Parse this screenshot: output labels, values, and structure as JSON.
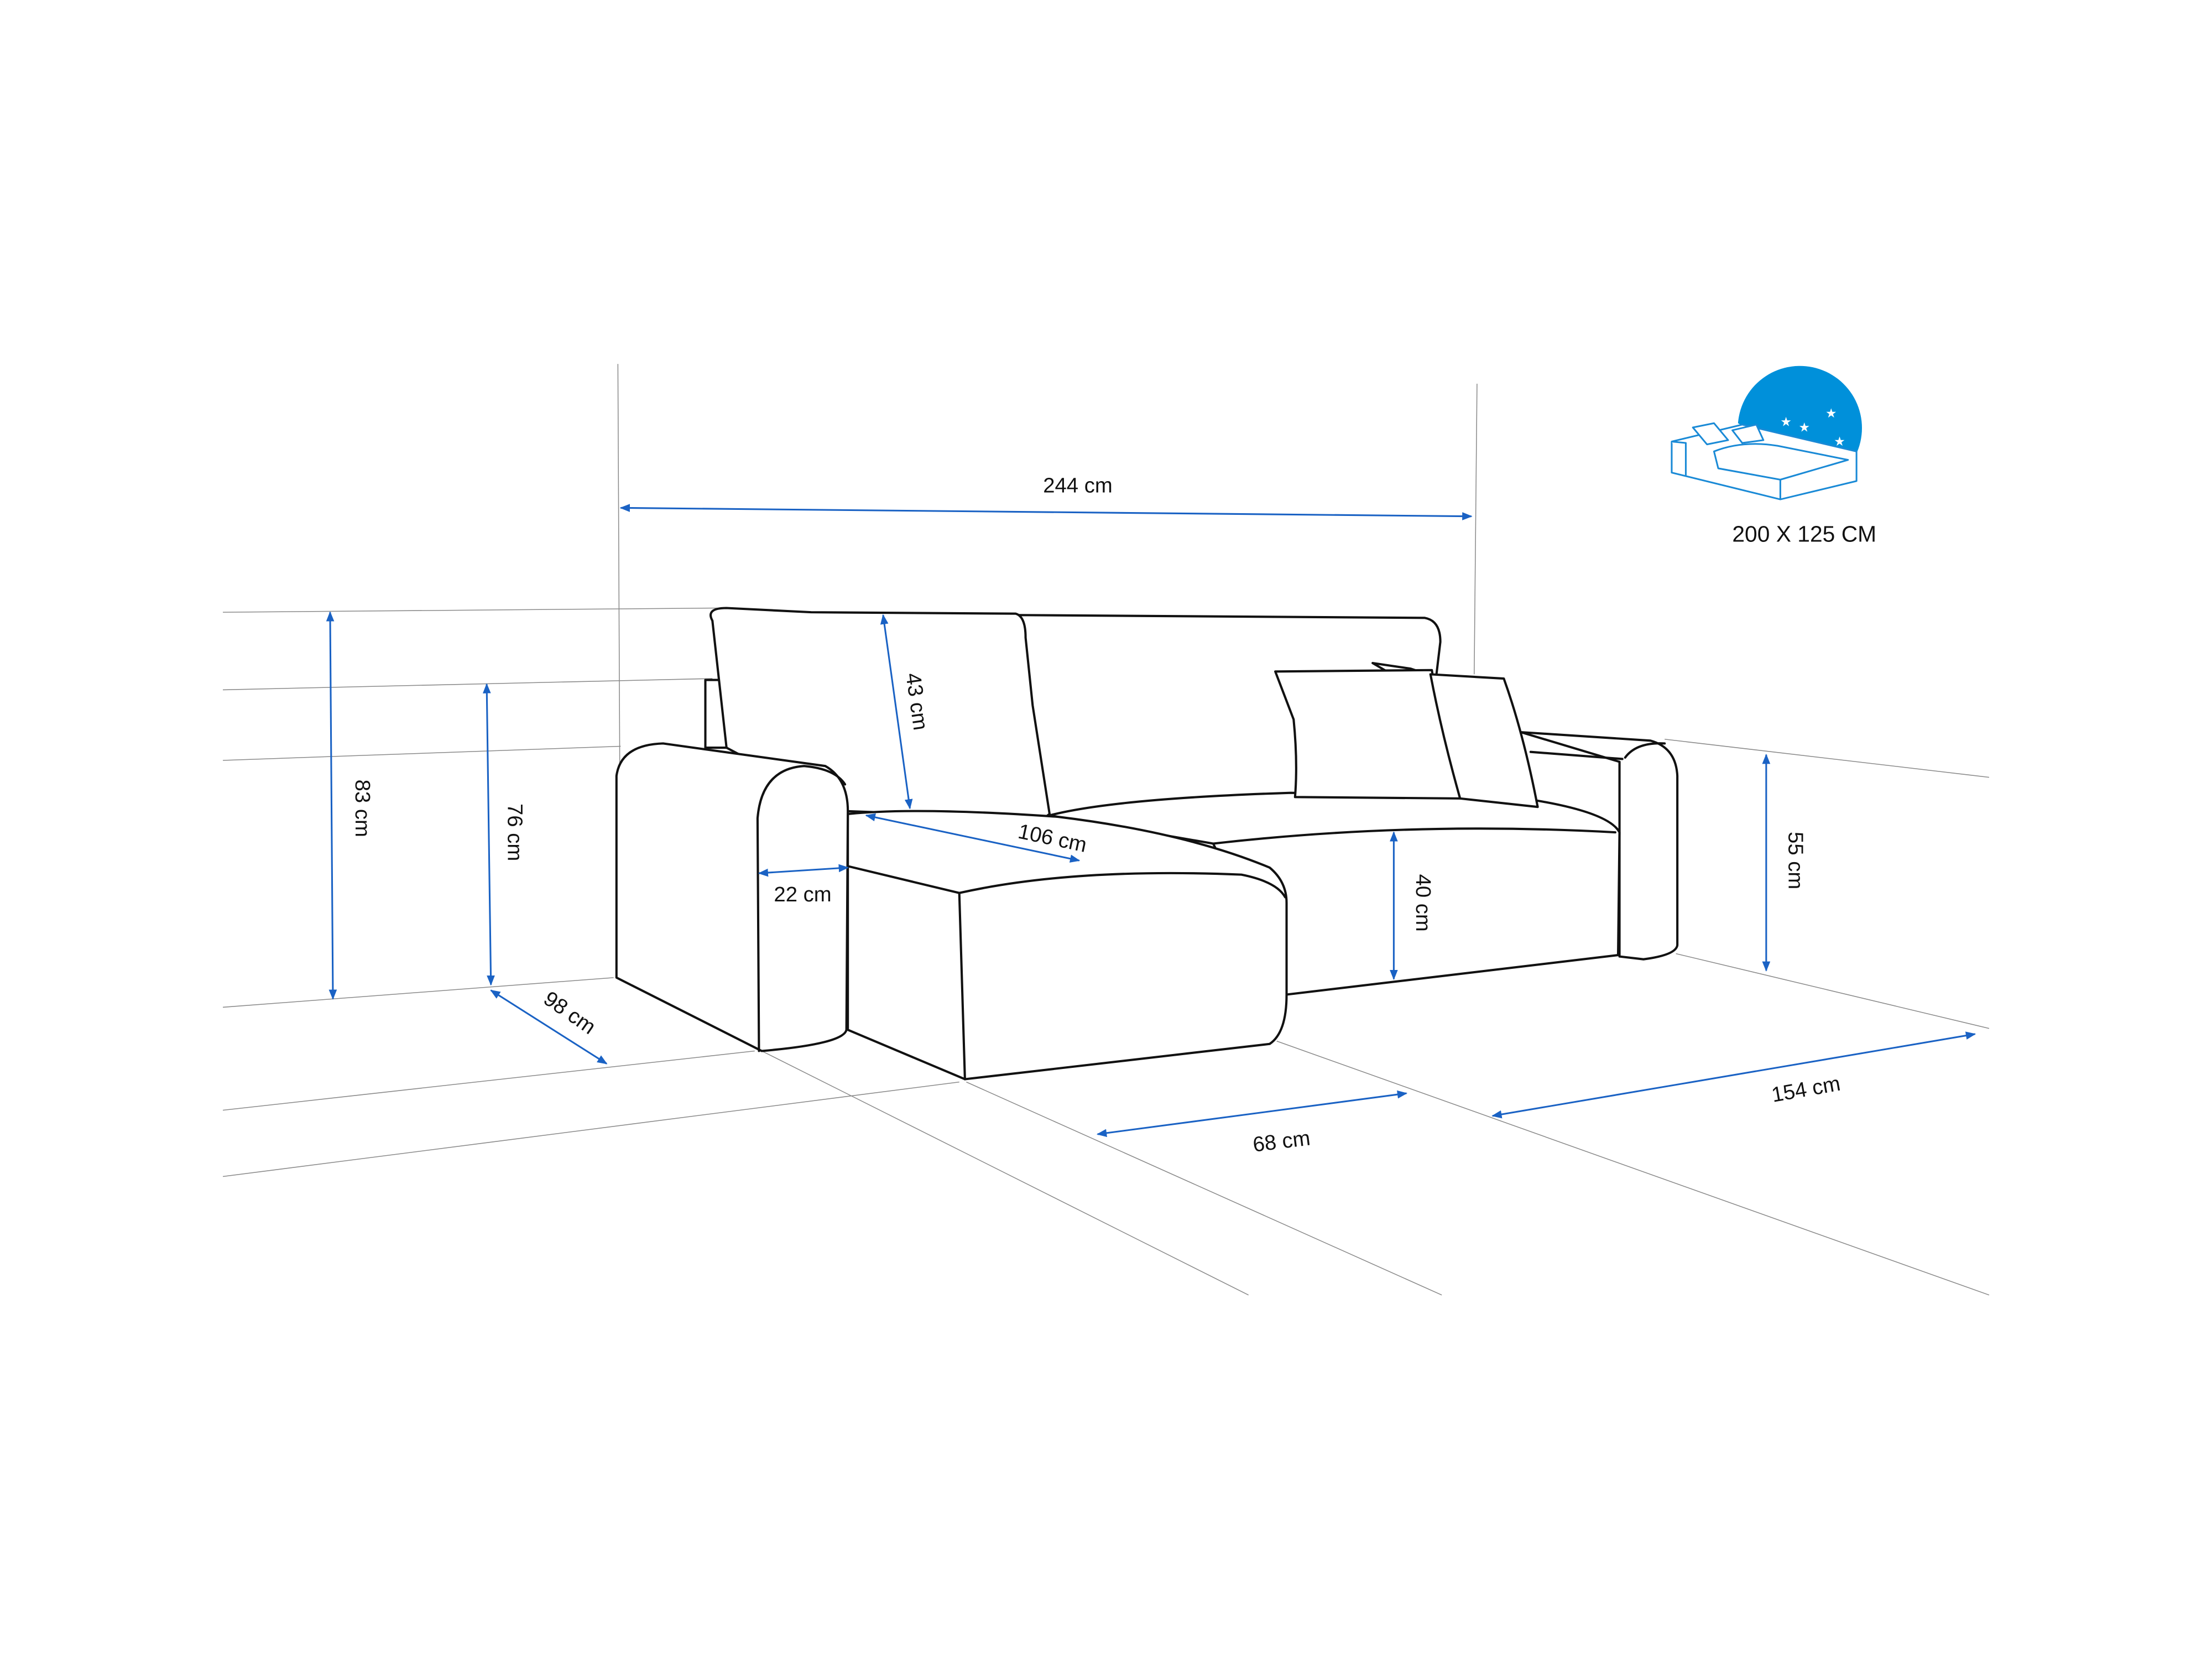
{
  "dimensions": {
    "total_width": "244 cm",
    "total_height": "83 cm",
    "back_height": "76 cm",
    "back_cushion_height": "43 cm",
    "chaise_seat_length": "106 cm",
    "armrest_width": "22 cm",
    "seat_height": "40 cm",
    "armrest_height": "55 cm",
    "depth": "98 cm",
    "chaise_width": "68 cm",
    "sofa_width": "154 cm"
  },
  "sleeping_area": {
    "label": "200 X 125 CM",
    "icon": "bed-night-icon"
  },
  "colors": {
    "dimension_line": "#1a62c4",
    "guide_line": "#8a8a8a",
    "icon_blue": "#0090da"
  }
}
